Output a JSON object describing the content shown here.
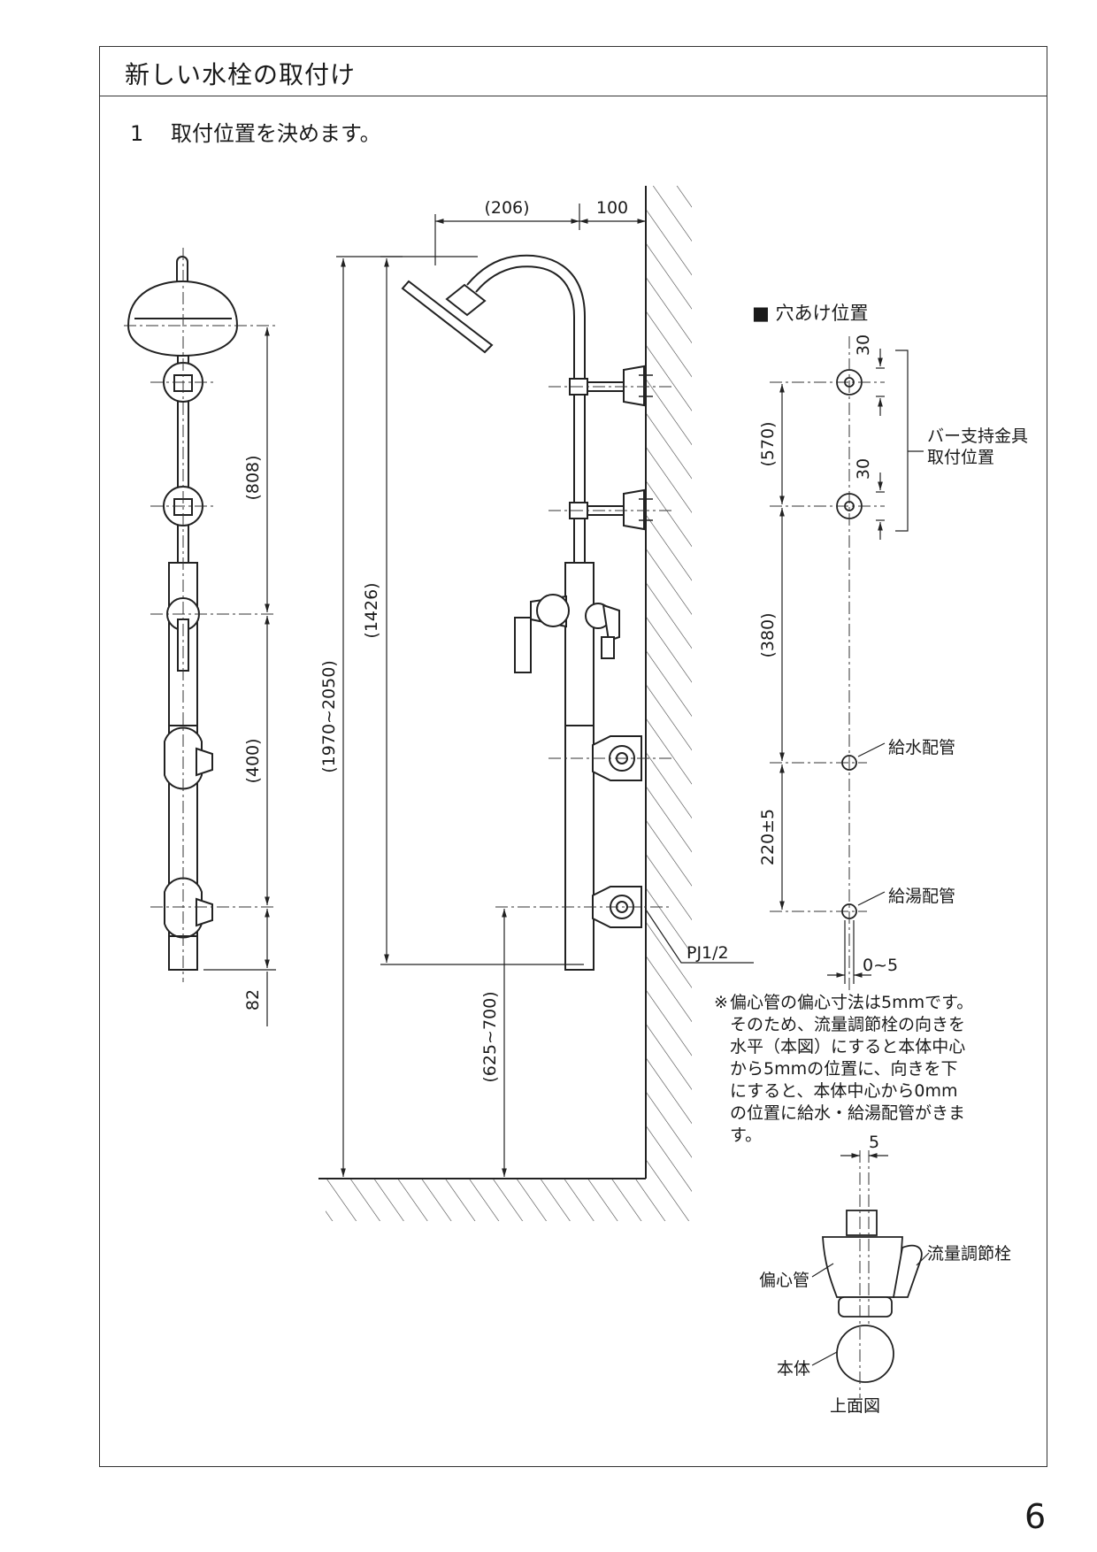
{
  "header": {
    "title": "新しい水栓の取付け"
  },
  "step": {
    "number": "1",
    "text": "取付位置を決めます。"
  },
  "side_view": {
    "dims": {
      "top_horizontal": "(206)",
      "wall_offset": "100",
      "total_height": "(1970~2050)",
      "head_height": "(1426)",
      "pipe_height": "(625~700)",
      "pipe_thread": "PJ1/2"
    }
  },
  "front_view": {
    "dims": {
      "upper": "(808)",
      "middle": "(400)",
      "bottom": "82"
    }
  },
  "hole_section": {
    "title_marker": "■",
    "title": "穴あけ位置",
    "dims": {
      "bracket_top": "30",
      "bracket_spacing": "(570)",
      "bracket_bottom": "30",
      "to_supply": "(380)",
      "supply_spacing": "220±5",
      "offset": "0~5"
    },
    "labels": {
      "bracket_line1": "バー支持金具",
      "bracket_line2": "取付位置",
      "cold_pipe": "給水配管",
      "hot_pipe": "給湯配管"
    }
  },
  "note": {
    "mark": "※",
    "lines": [
      "偏心管の偏心寸法は5mmです。",
      "そのため、流量調節栓の向きを",
      "水平（本図）にすると本体中心",
      "から5mmの位置に、向きを下",
      "にすると、本体中心から0mm",
      "の位置に給水・給湯配管がきま",
      "す。"
    ]
  },
  "top_view": {
    "dim": "5",
    "labels": {
      "flow_valve": "流量調節栓",
      "eccentric_pipe": "偏心管",
      "body": "本体",
      "caption": "上面図"
    }
  },
  "page_number": "6"
}
